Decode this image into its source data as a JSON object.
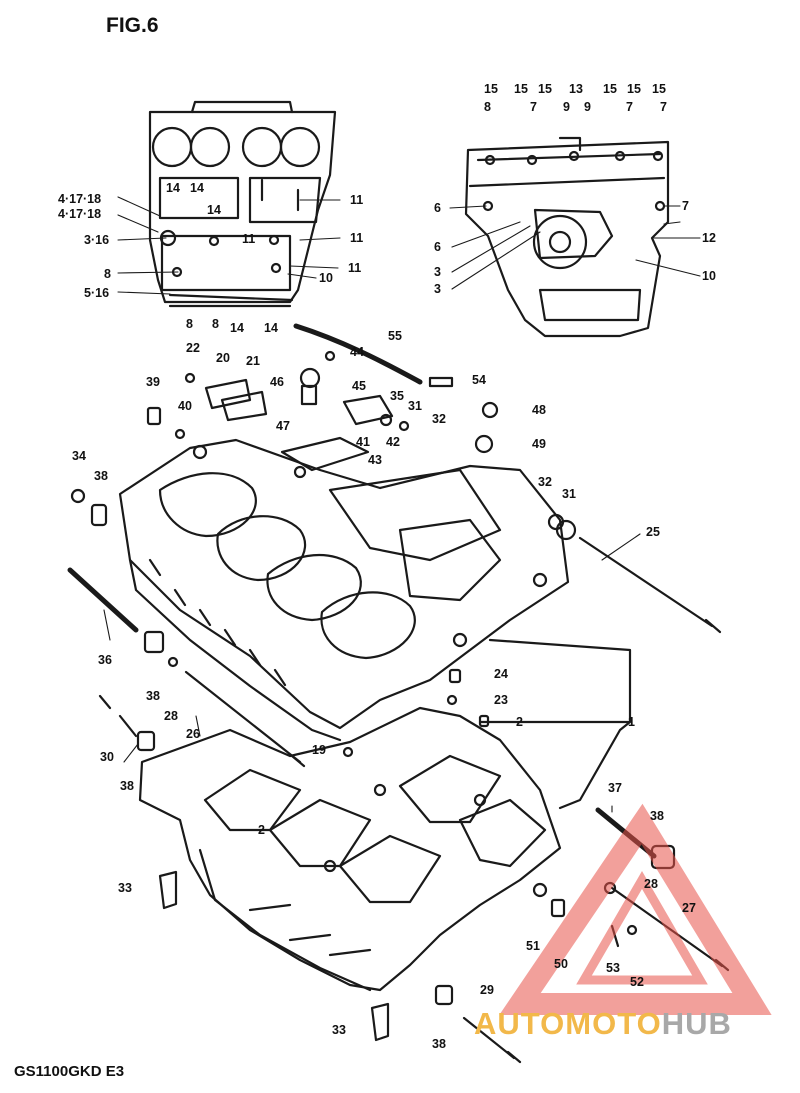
{
  "figure": {
    "title": "FIG.6",
    "footer": "GS1100GKD E3"
  },
  "watermark": {
    "word1": "AUTOMOTO",
    "word2": "HUB",
    "logo_colors": [
      "#e8534a",
      "#f2b84a",
      "#a8a8a8"
    ]
  },
  "callouts": [
    "4·17·18",
    "4·17·18",
    "3·16",
    "8",
    "5·16",
    "14",
    "14",
    "14",
    "11",
    "11",
    "11",
    "11",
    "10",
    "8",
    "8",
    "14",
    "14",
    "15",
    "15",
    "15",
    "13",
    "15",
    "15",
    "15",
    "8",
    "7",
    "9",
    "9",
    "7",
    "7",
    "6",
    "6",
    "3",
    "3",
    "7",
    "12",
    "10",
    "22",
    "20",
    "21",
    "46",
    "44",
    "55",
    "54",
    "45",
    "35",
    "31",
    "32",
    "48",
    "39",
    "40",
    "47",
    "41",
    "42",
    "43",
    "49",
    "34",
    "38",
    "32",
    "31",
    "25",
    "36",
    "38",
    "28",
    "26",
    "24",
    "23",
    "2",
    "1",
    "30",
    "38",
    "19",
    "2",
    "37",
    "38",
    "28",
    "27",
    "33",
    "51",
    "50",
    "53",
    "52",
    "29",
    "33",
    "38"
  ]
}
